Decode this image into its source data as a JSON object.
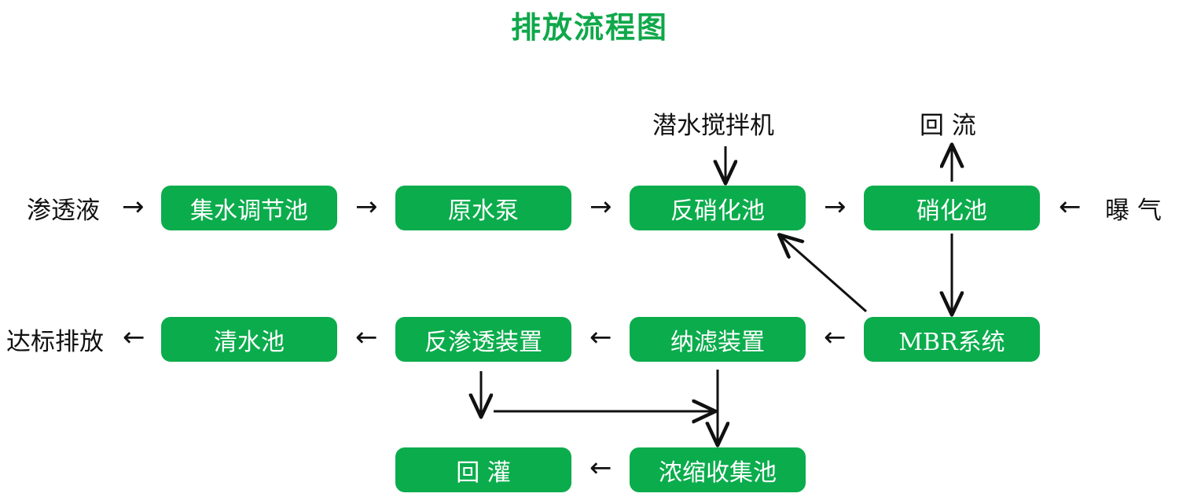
{
  "page": {
    "title": "排放流程图",
    "accent_color": "#0BAC4C",
    "title_color": "#0FA84A",
    "text_color": "#111111",
    "background": "#ffffff"
  },
  "nodes": [
    {
      "id": "collection-tank",
      "label": "集水调节池",
      "row": 1,
      "order": 1
    },
    {
      "id": "raw-water-pump",
      "label": "原水泵",
      "row": 1,
      "order": 2
    },
    {
      "id": "denitrification-tank",
      "label": "反硝化池",
      "row": 1,
      "order": 3
    },
    {
      "id": "nitrification-tank",
      "label": "硝化池",
      "row": 1,
      "order": 4
    },
    {
      "id": "clean-water-tank",
      "label": "清水池",
      "row": 2,
      "order": 1
    },
    {
      "id": "reverse-osmosis-unit",
      "label": "反渗透装置",
      "row": 2,
      "order": 2
    },
    {
      "id": "nanofiltration-unit",
      "label": "纳滤装置",
      "row": 2,
      "order": 3
    },
    {
      "id": "mbr-system",
      "label": "MBR系统",
      "row": 2,
      "order": 4
    },
    {
      "id": "backfill",
      "label": "回 灌",
      "row": 3,
      "order": 1
    },
    {
      "id": "concentrate-tank",
      "label": "浓缩收集池",
      "row": 3,
      "order": 2
    }
  ],
  "labels": {
    "influent": "渗透液",
    "submersible_mixer": "潜水搅拌机",
    "return_flow": "回 流",
    "aeration": "曝 气",
    "compliant_discharge": "达标排放"
  },
  "arrows": {
    "right": "→",
    "left": "←",
    "down": "↓",
    "up": "↑"
  }
}
